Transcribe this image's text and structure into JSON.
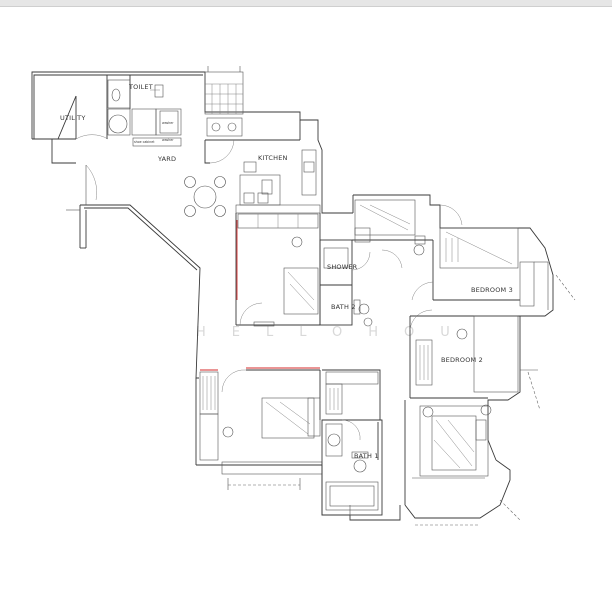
{
  "plan": {
    "rooms": {
      "toilet": "TOILET",
      "utility": "UTILITY",
      "yard": "YARD",
      "kitchen": "KITCHEN",
      "shower": "SHOWER",
      "bath2": "BATH 2",
      "bedroom3": "BEDROOM 3",
      "bedroom2": "BEDROOM 2",
      "bath1": "BATH 1"
    },
    "fixtures": {
      "shoe_cabinet": "shoe cabinet",
      "washer": "washer",
      "dryer": "washer"
    },
    "watermark": "HELLOHOU"
  }
}
